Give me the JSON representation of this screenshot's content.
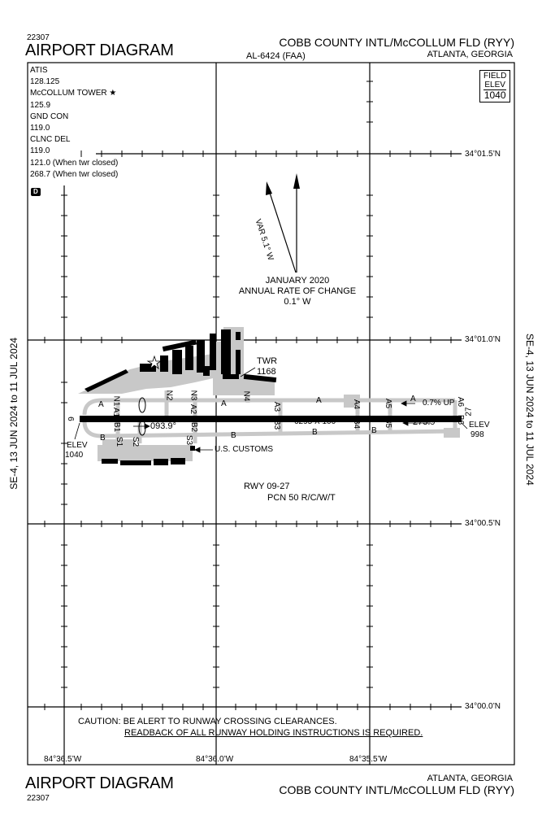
{
  "header": {
    "proc_number": "22307",
    "title": "AIRPORT DIAGRAM",
    "airport_name": "COBB COUNTY INTL/McCOLLUM FLD (RYY)",
    "chart_id": "AL-6424 (FAA)",
    "city_state": "ATLANTA, GEORGIA"
  },
  "footer": {
    "title": "AIRPORT DIAGRAM",
    "proc_number": "22307",
    "city_state": "ATLANTA, GEORGIA",
    "airport_name": "COBB COUNTY INTL/McCOLLUM FLD (RYY)"
  },
  "side": {
    "left": "SE-4,  13 JUN 2024  to  11 JUL 2024",
    "right": "SE-4,  13 JUN 2024  to  11 JUL 2024"
  },
  "frequencies": [
    "ATIS",
    "128.125",
    "McCOLLUM TOWER ★",
    "125.9",
    "GND CON",
    "119.0",
    "CLNC DEL",
    "119.0",
    "121.0 (When twr closed)",
    "268.7 (When twr closed)"
  ],
  "data_badge": "D",
  "field_elev": {
    "label1": "FIELD",
    "label2": "ELEV",
    "value": "1040"
  },
  "magnetic": {
    "var_label": "VAR 5.1° W",
    "date": "JANUARY 2020",
    "rate_label": "ANNUAL RATE OF CHANGE",
    "rate_value": "0.1° W"
  },
  "latitudes": [
    "34°01.5’N",
    "34°01.0’N",
    "34°00.5’N",
    "34°00.0’N"
  ],
  "longitudes": [
    "84°36.5’W",
    "84°36.0’W",
    "84°35.5’W"
  ],
  "runway": {
    "dimensions": "6295 X 100",
    "end_west": "9",
    "end_east": "27",
    "heading_west": "093.9°",
    "heading_east": "273.9°",
    "slope": "0.7% UP",
    "elev_west_label": "ELEV",
    "elev_west_value": "1040",
    "elev_east_label": "ELEV",
    "elev_east_value": "998",
    "rwy_label": "RWY 09-27",
    "pcn": "PCN 50 R/C/W/T"
  },
  "tower": {
    "label": "TWR",
    "elev": "1168"
  },
  "customs": "U.S. CUSTOMS",
  "taxiways": [
    "A",
    "A",
    "A",
    "A",
    "B",
    "B",
    "B",
    "B",
    "N1",
    "A1",
    "N2",
    "N3",
    "A2",
    "N4",
    "A3",
    "A4",
    "A5",
    "A6",
    "B1",
    "S1",
    "S2",
    "S3",
    "B2",
    "B3",
    "B4",
    "B5",
    "B6"
  ],
  "caution": {
    "line1": "CAUTION: BE ALERT TO RUNWAY CROSSING CLEARANCES.",
    "line2": "READBACK OF ALL RUNWAY HOLDING INSTRUCTIONS IS REQUIRED."
  }
}
